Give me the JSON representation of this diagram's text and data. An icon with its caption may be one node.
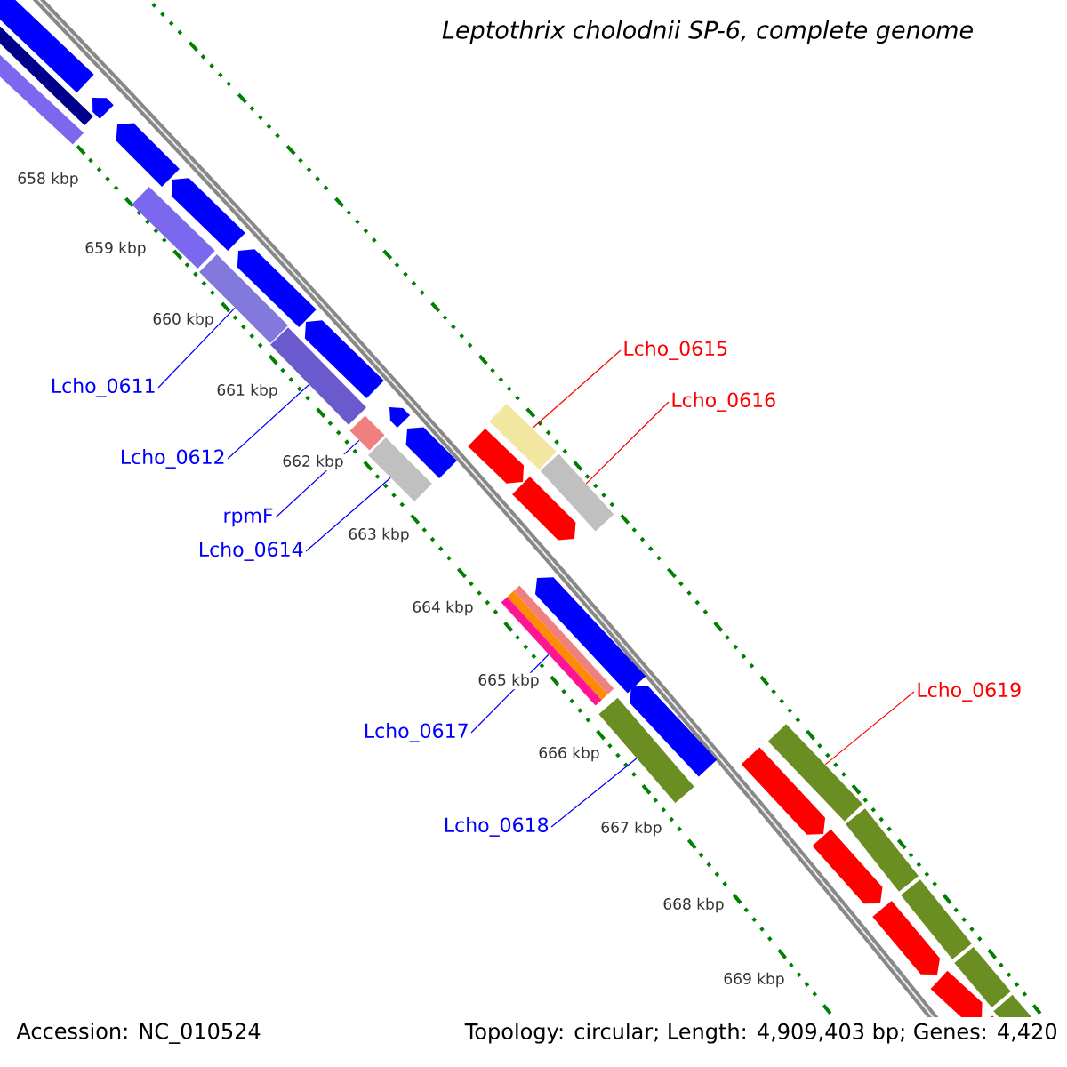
{
  "diagram": {
    "title": "Leptothrix cholodnii SP-6, complete genome",
    "nodes": [
      {
        "text": [
          "Lcho_0615"
        ]
      },
      {
        "text": [
          "Lcho_0611"
        ]
      },
      {
        "text": [
          "Lcho_0616"
        ]
      },
      {
        "text": [
          "Lcho_0612"
        ]
      },
      {
        "text": [
          "rpmF"
        ]
      },
      {
        "text": [
          "Lcho_0614"
        ]
      },
      {
        "text": [
          "Lcho_0619"
        ]
      },
      {
        "text": [
          "Lcho_0617"
        ]
      },
      {
        "text": [
          "Lcho_0618"
        ]
      },
      {
        "text": [],
        "shape": "bar"
      },
      {
        "text": [],
        "shape": "bar"
      },
      {
        "text": [],
        "shape": "bar"
      },
      {
        "text": [],
        "shape": "bar"
      },
      {
        "text": [],
        "shape": "bar"
      },
      {
        "text": [],
        "shape": "bar"
      },
      {
        "text": [],
        "shape": "bar"
      },
      {
        "text": [],
        "shape": "bar"
      },
      {
        "text": [],
        "shape": "bar"
      }
    ],
    "edges": [
      {
        "from": 0,
        "to": 11,
        "arrow": "none",
        "color": "#ff0000"
      },
      {
        "from": 1,
        "to": 9,
        "arrow": "none"
      },
      {
        "from": 2,
        "to": 14,
        "arrow": "none",
        "color": "#ff0000"
      },
      {
        "from": 3,
        "to": 10,
        "arrow": "none"
      },
      {
        "from": 4,
        "to": 12,
        "arrow": "none"
      },
      {
        "from": 5,
        "to": 13,
        "arrow": "none"
      },
      {
        "from": 6,
        "to": 17,
        "arrow": "none",
        "color": "#ff0000"
      },
      {
        "from": 7,
        "to": 15,
        "arrow": "none"
      },
      {
        "from": 8,
        "to": 16,
        "arrow": "none"
      }
    ],
    "labels": [
      "658 kbp",
      "659 kbp",
      "660 kbp",
      "661 kbp",
      "662 kbp",
      "663 kbp",
      "664 kbp",
      "665 kbp",
      "666 kbp",
      "667 kbp",
      "668 kbp",
      "669 kbp",
      "Accession: NC_010524",
      "Topology: circular; Length: 4,909,403 bp; Genes: 4,420"
    ]
  }
}
